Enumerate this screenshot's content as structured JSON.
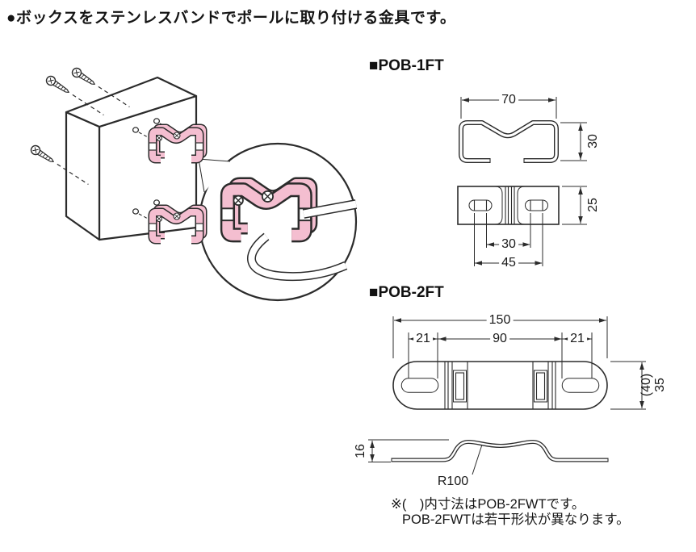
{
  "headline": "●ボックスをステンレスバンドでポールに取り付ける金具です。",
  "pob1ft": {
    "label": "■POB-1FT",
    "top_view": {
      "width_mm": "70",
      "height_mm": "30"
    },
    "front_view": {
      "plate_height_mm": "25",
      "pitch_inner_mm": "30",
      "pitch_outer_mm": "45"
    }
  },
  "pob2ft": {
    "label": "■POB-2FT",
    "plan_view": {
      "overall_mm": "150",
      "left_mm": "21",
      "center_mm": "90",
      "right_mm": "21",
      "height_mm": "35",
      "height_paren_mm": "(40)"
    },
    "side_view": {
      "rise_mm": "16",
      "radius_label": "R100"
    }
  },
  "note": {
    "line1": "※(　)内寸法はPOB-2FWTです。",
    "line2": "POB-2FWTは若干形状が異なります。"
  },
  "colors": {
    "clip_pink": "#f4bed0",
    "line": "#2b2b2b"
  }
}
